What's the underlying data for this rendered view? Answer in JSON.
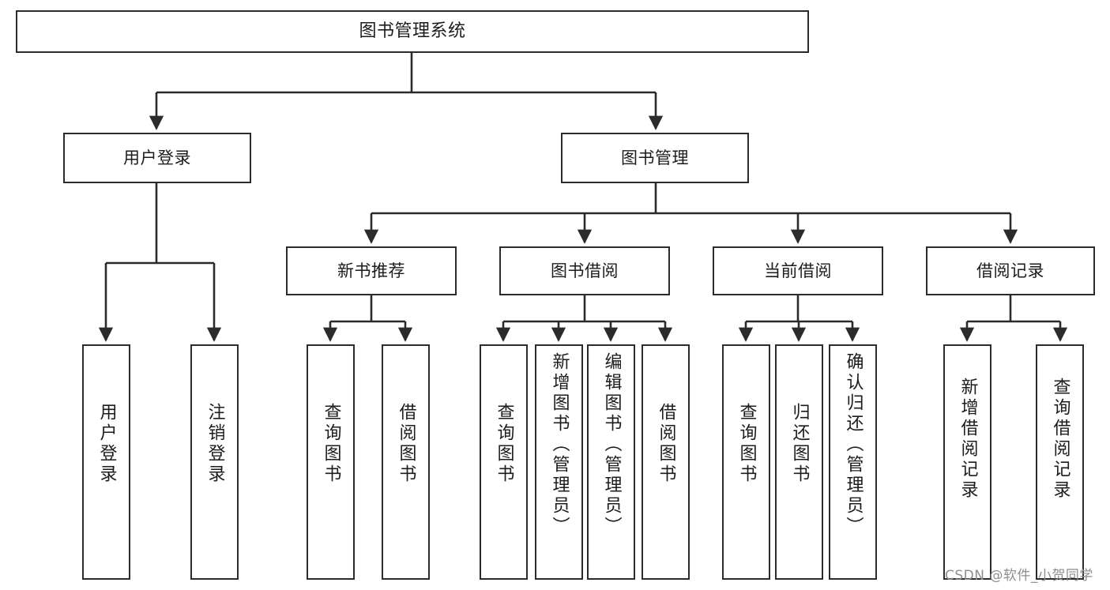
{
  "diagram": {
    "title": "图书管理系统",
    "type": "tree-hierarchy-chart",
    "colors": {
      "box_border": "#2b2b2b",
      "box_fill": "#ffffff",
      "line": "#2b2b2b",
      "text": "#1c1c1c",
      "watermark": "#8e8e8e",
      "background": "#ffffff"
    },
    "root": {
      "label": "图书管理系统"
    },
    "level2": [
      {
        "id": "user-login",
        "label": "用户登录"
      },
      {
        "id": "book-manage",
        "label": "图书管理"
      }
    ],
    "level3": [
      {
        "id": "new-book-recommend",
        "label": "新书推荐",
        "parent": "book-manage"
      },
      {
        "id": "book-borrow",
        "label": "图书借阅",
        "parent": "book-manage"
      },
      {
        "id": "current-borrow",
        "label": "当前借阅",
        "parent": "book-manage"
      },
      {
        "id": "borrow-record",
        "label": "借阅记录",
        "parent": "book-manage"
      }
    ],
    "leaves": [
      {
        "id": "leaf-user-login",
        "label": "用户登录",
        "parent": "user-login"
      },
      {
        "id": "leaf-user-logout",
        "label": "注销登录",
        "parent": "user-login"
      },
      {
        "id": "leaf-query-book-1",
        "label": "查询图书",
        "parent": "new-book-recommend"
      },
      {
        "id": "leaf-borrow-book-1",
        "label": "借阅图书",
        "parent": "new-book-recommend"
      },
      {
        "id": "leaf-query-book-2",
        "label": "查询图书",
        "parent": "book-borrow"
      },
      {
        "id": "leaf-add-book",
        "label": "新增图书（管理员）",
        "parent": "book-borrow"
      },
      {
        "id": "leaf-edit-book",
        "label": "编辑图书（管理员）",
        "parent": "book-borrow"
      },
      {
        "id": "leaf-borrow-book-2",
        "label": "借阅图书",
        "parent": "book-borrow"
      },
      {
        "id": "leaf-query-book-3",
        "label": "查询图书",
        "parent": "current-borrow"
      },
      {
        "id": "leaf-return-book",
        "label": "归还图书",
        "parent": "current-borrow"
      },
      {
        "id": "leaf-confirm-return",
        "label": "确认归还（管理员）",
        "parent": "current-borrow"
      },
      {
        "id": "leaf-add-record",
        "label": "新增借阅记录",
        "parent": "borrow-record"
      },
      {
        "id": "leaf-query-record",
        "label": "查询借阅记录",
        "parent": "borrow-record"
      }
    ],
    "watermark": "CSDN @软件_小贺同学"
  }
}
